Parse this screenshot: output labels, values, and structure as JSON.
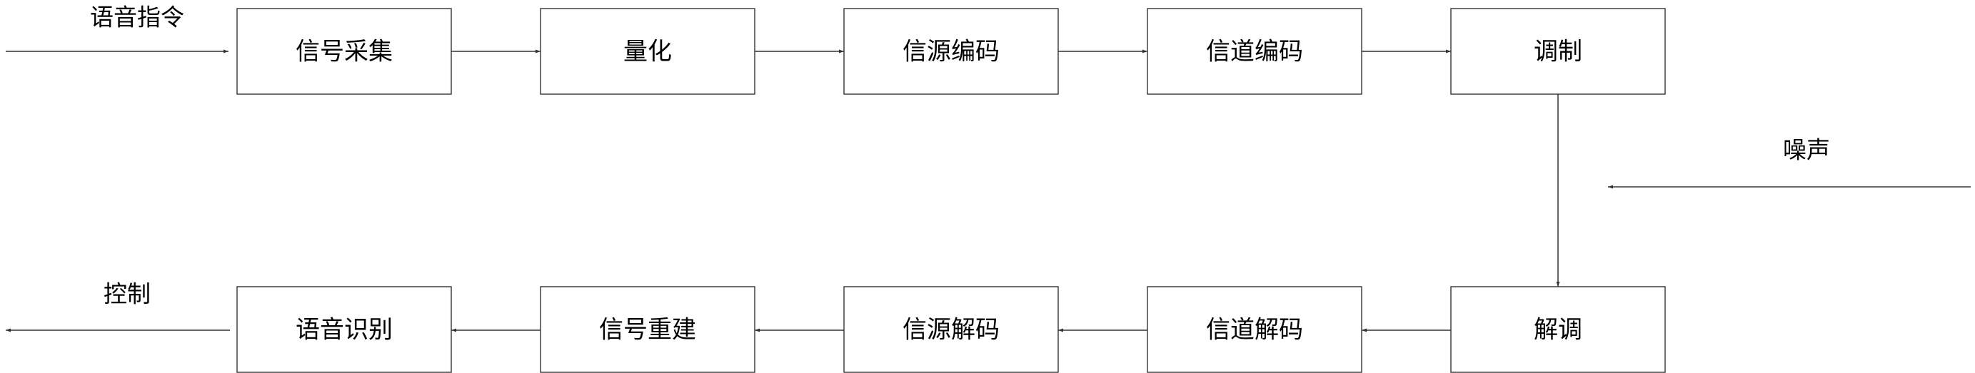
{
  "diagram": {
    "type": "flowchart",
    "top_row": [
      {
        "id": "collect",
        "label": "信号采集"
      },
      {
        "id": "quantize",
        "label": "量化"
      },
      {
        "id": "source-encode",
        "label": "信源编码"
      },
      {
        "id": "channel-encode",
        "label": "信道编码"
      },
      {
        "id": "modulate",
        "label": "调制"
      }
    ],
    "bottom_row": [
      {
        "id": "demodulate",
        "label": "解调"
      },
      {
        "id": "channel-decode",
        "label": "信道解码"
      },
      {
        "id": "source-decode",
        "label": "信源解码"
      },
      {
        "id": "reconstruct",
        "label": "信号重建"
      },
      {
        "id": "recognize",
        "label": "语音识别"
      }
    ],
    "labels": {
      "input": "语音指令",
      "noise": "噪声",
      "output": "控制"
    },
    "edges": [
      {
        "from": "input",
        "to": "collect"
      },
      {
        "from": "collect",
        "to": "quantize"
      },
      {
        "from": "quantize",
        "to": "source-encode"
      },
      {
        "from": "source-encode",
        "to": "channel-encode"
      },
      {
        "from": "channel-encode",
        "to": "modulate"
      },
      {
        "from": "modulate",
        "to": "demodulate"
      },
      {
        "from": "noise",
        "to": "channel"
      },
      {
        "from": "demodulate",
        "to": "channel-decode"
      },
      {
        "from": "channel-decode",
        "to": "source-decode"
      },
      {
        "from": "source-decode",
        "to": "reconstruct"
      },
      {
        "from": "reconstruct",
        "to": "recognize"
      },
      {
        "from": "recognize",
        "to": "output"
      }
    ]
  }
}
